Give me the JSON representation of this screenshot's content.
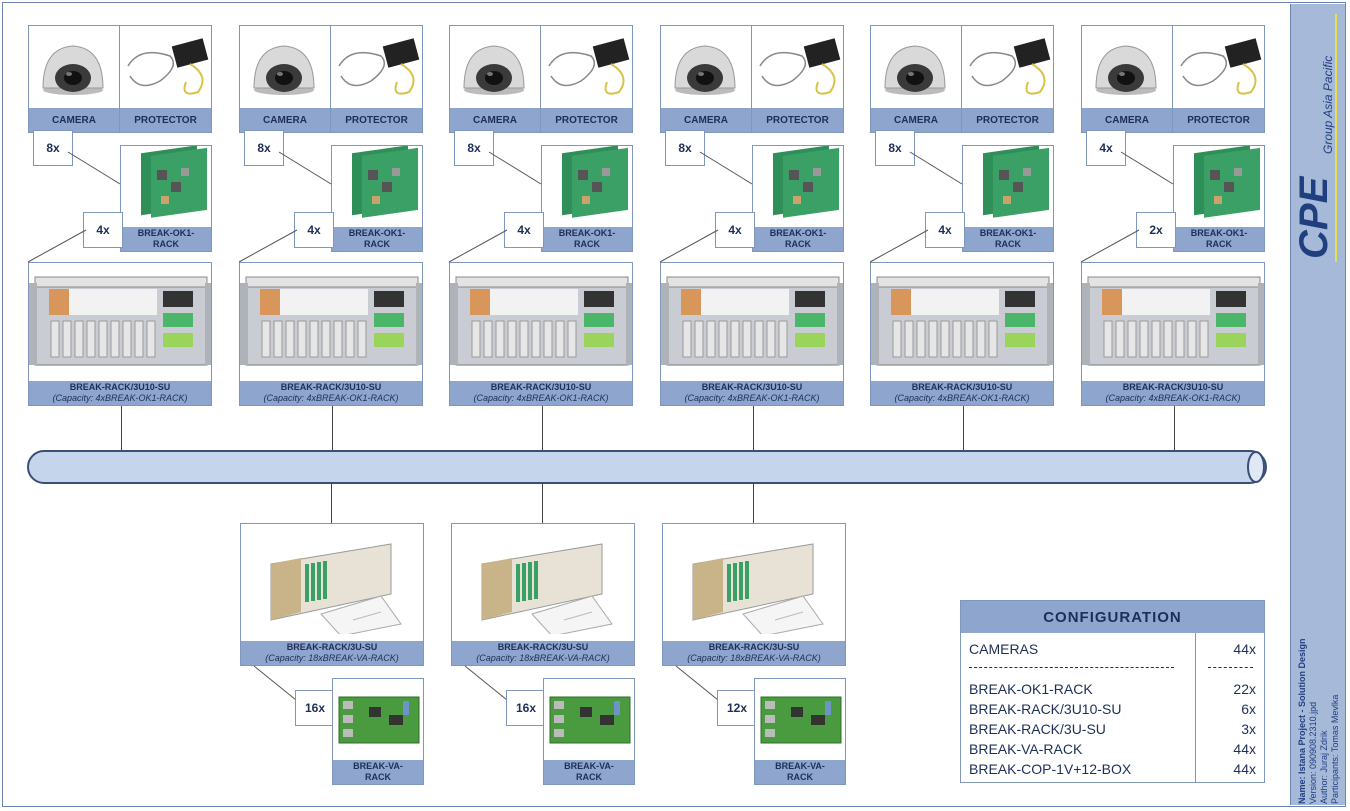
{
  "labels": {
    "camera": "CAMERA",
    "protector": "PROTECTOR",
    "ok1_line1": "BREAK-OK1-",
    "ok1_line2": "RACK",
    "va_line1": "BREAK-VA-",
    "va_line2": "RACK"
  },
  "top_groups": [
    {
      "cam_qty": "8x",
      "card_qty": "4x",
      "rack_name": "BREAK-RACK/3U10-SU",
      "rack_cap": "(Capacity: 4xBREAK-OK1-RACK)"
    },
    {
      "cam_qty": "8x",
      "card_qty": "4x",
      "rack_name": "BREAK-RACK/3U10-SU",
      "rack_cap": "(Capacity: 4xBREAK-OK1-RACK)"
    },
    {
      "cam_qty": "8x",
      "card_qty": "4x",
      "rack_name": "BREAK-RACK/3U10-SU",
      "rack_cap": "(Capacity: 4xBREAK-OK1-RACK)"
    },
    {
      "cam_qty": "8x",
      "card_qty": "4x",
      "rack_name": "BREAK-RACK/3U10-SU",
      "rack_cap": "(Capacity: 4xBREAK-OK1-RACK)"
    },
    {
      "cam_qty": "8x",
      "card_qty": "4x",
      "rack_name": "BREAK-RACK/3U10-SU",
      "rack_cap": "(Capacity: 4xBREAK-OK1-RACK)"
    },
    {
      "cam_qty": "4x",
      "card_qty": "2x",
      "rack_name": "BREAK-RACK/3U10-SU",
      "rack_cap": "(Capacity: 4xBREAK-OK1-RACK)"
    }
  ],
  "bottom_groups": [
    {
      "rack_name": "BREAK-RACK/3U-SU",
      "rack_cap": "(Capacity: 18xBREAK-VA-RACK)",
      "qty": "16x"
    },
    {
      "rack_name": "BREAK-RACK/3U-SU",
      "rack_cap": "(Capacity: 18xBREAK-VA-RACK)",
      "qty": "16x"
    },
    {
      "rack_name": "BREAK-RACK/3U-SU",
      "rack_cap": "(Capacity: 18xBREAK-VA-RACK)",
      "qty": "12x"
    }
  ],
  "config": {
    "title": "CONFIGURATION",
    "rows": [
      {
        "name": "CAMERAS",
        "value": "44x"
      },
      {
        "name": "BREAK-OK1-RACK",
        "value": "22x"
      },
      {
        "name": "BREAK-RACK/3U10-SU",
        "value": "6x"
      },
      {
        "name": "BREAK-RACK/3U-SU",
        "value": "3x"
      },
      {
        "name": "BREAK-VA-RACK",
        "value": "44x"
      },
      {
        "name": "BREAK-COP-1V+12-BOX",
        "value": "44x"
      }
    ]
  },
  "sidebar": {
    "logo": "CPE",
    "group": "Group Asia Pacific",
    "name": "Name: Istana Project - Solution Design",
    "version": "Version: 090908.2310.jpd",
    "author": "Author: Juraj Zdrik",
    "participants": "Participants: Tomas Mevlka"
  },
  "colors": {
    "label_bg": "#8ea5cd",
    "border": "#7f96bd",
    "text": "#1e2f57",
    "bus": "#c5d5ec"
  }
}
